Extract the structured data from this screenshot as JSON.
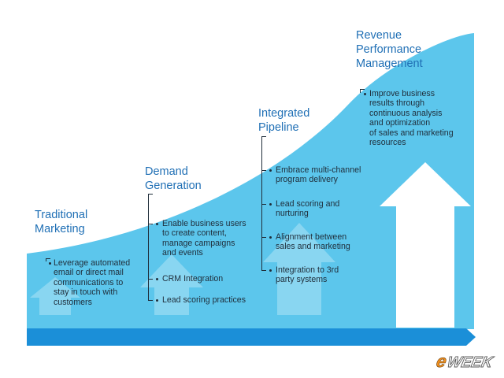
{
  "colors": {
    "curve_fill": "#5cc6ec",
    "base_bar": "#1b8fd8",
    "heading_text": "#1f6fb5",
    "body_text": "#1f2d3a",
    "big_arrow": "#ffffff",
    "logo_orange": "#f29120"
  },
  "stages": [
    {
      "title": "Traditional\nMarketing",
      "bullets": [
        "Leverage automated\nemail or direct mail\ncommunications to\nstay in touch with\ncustomers"
      ]
    },
    {
      "title": "Demand\nGeneration",
      "bullets": [
        "Enable business users\nto create content,\nmanage campaigns\nand events",
        "CRM Integration",
        "Lead scoring practices"
      ]
    },
    {
      "title": "Integrated\nPipeline",
      "bullets": [
        "Embrace multi-channel\nprogram delivery",
        "Lead scoring and\nnurturing",
        "Alignment between\nsales and marketing",
        "Integration to 3rd\nparty systems"
      ]
    },
    {
      "title": "Revenue\nPerformance\nManagement",
      "bullets": [
        "Improve business\nresults through\ncontinuous analysis\nand optimization\nof sales and marketing\nresources"
      ]
    }
  ],
  "logo": {
    "letter": "e",
    "word": "WEEK",
    "icon": "eweek-logo"
  }
}
